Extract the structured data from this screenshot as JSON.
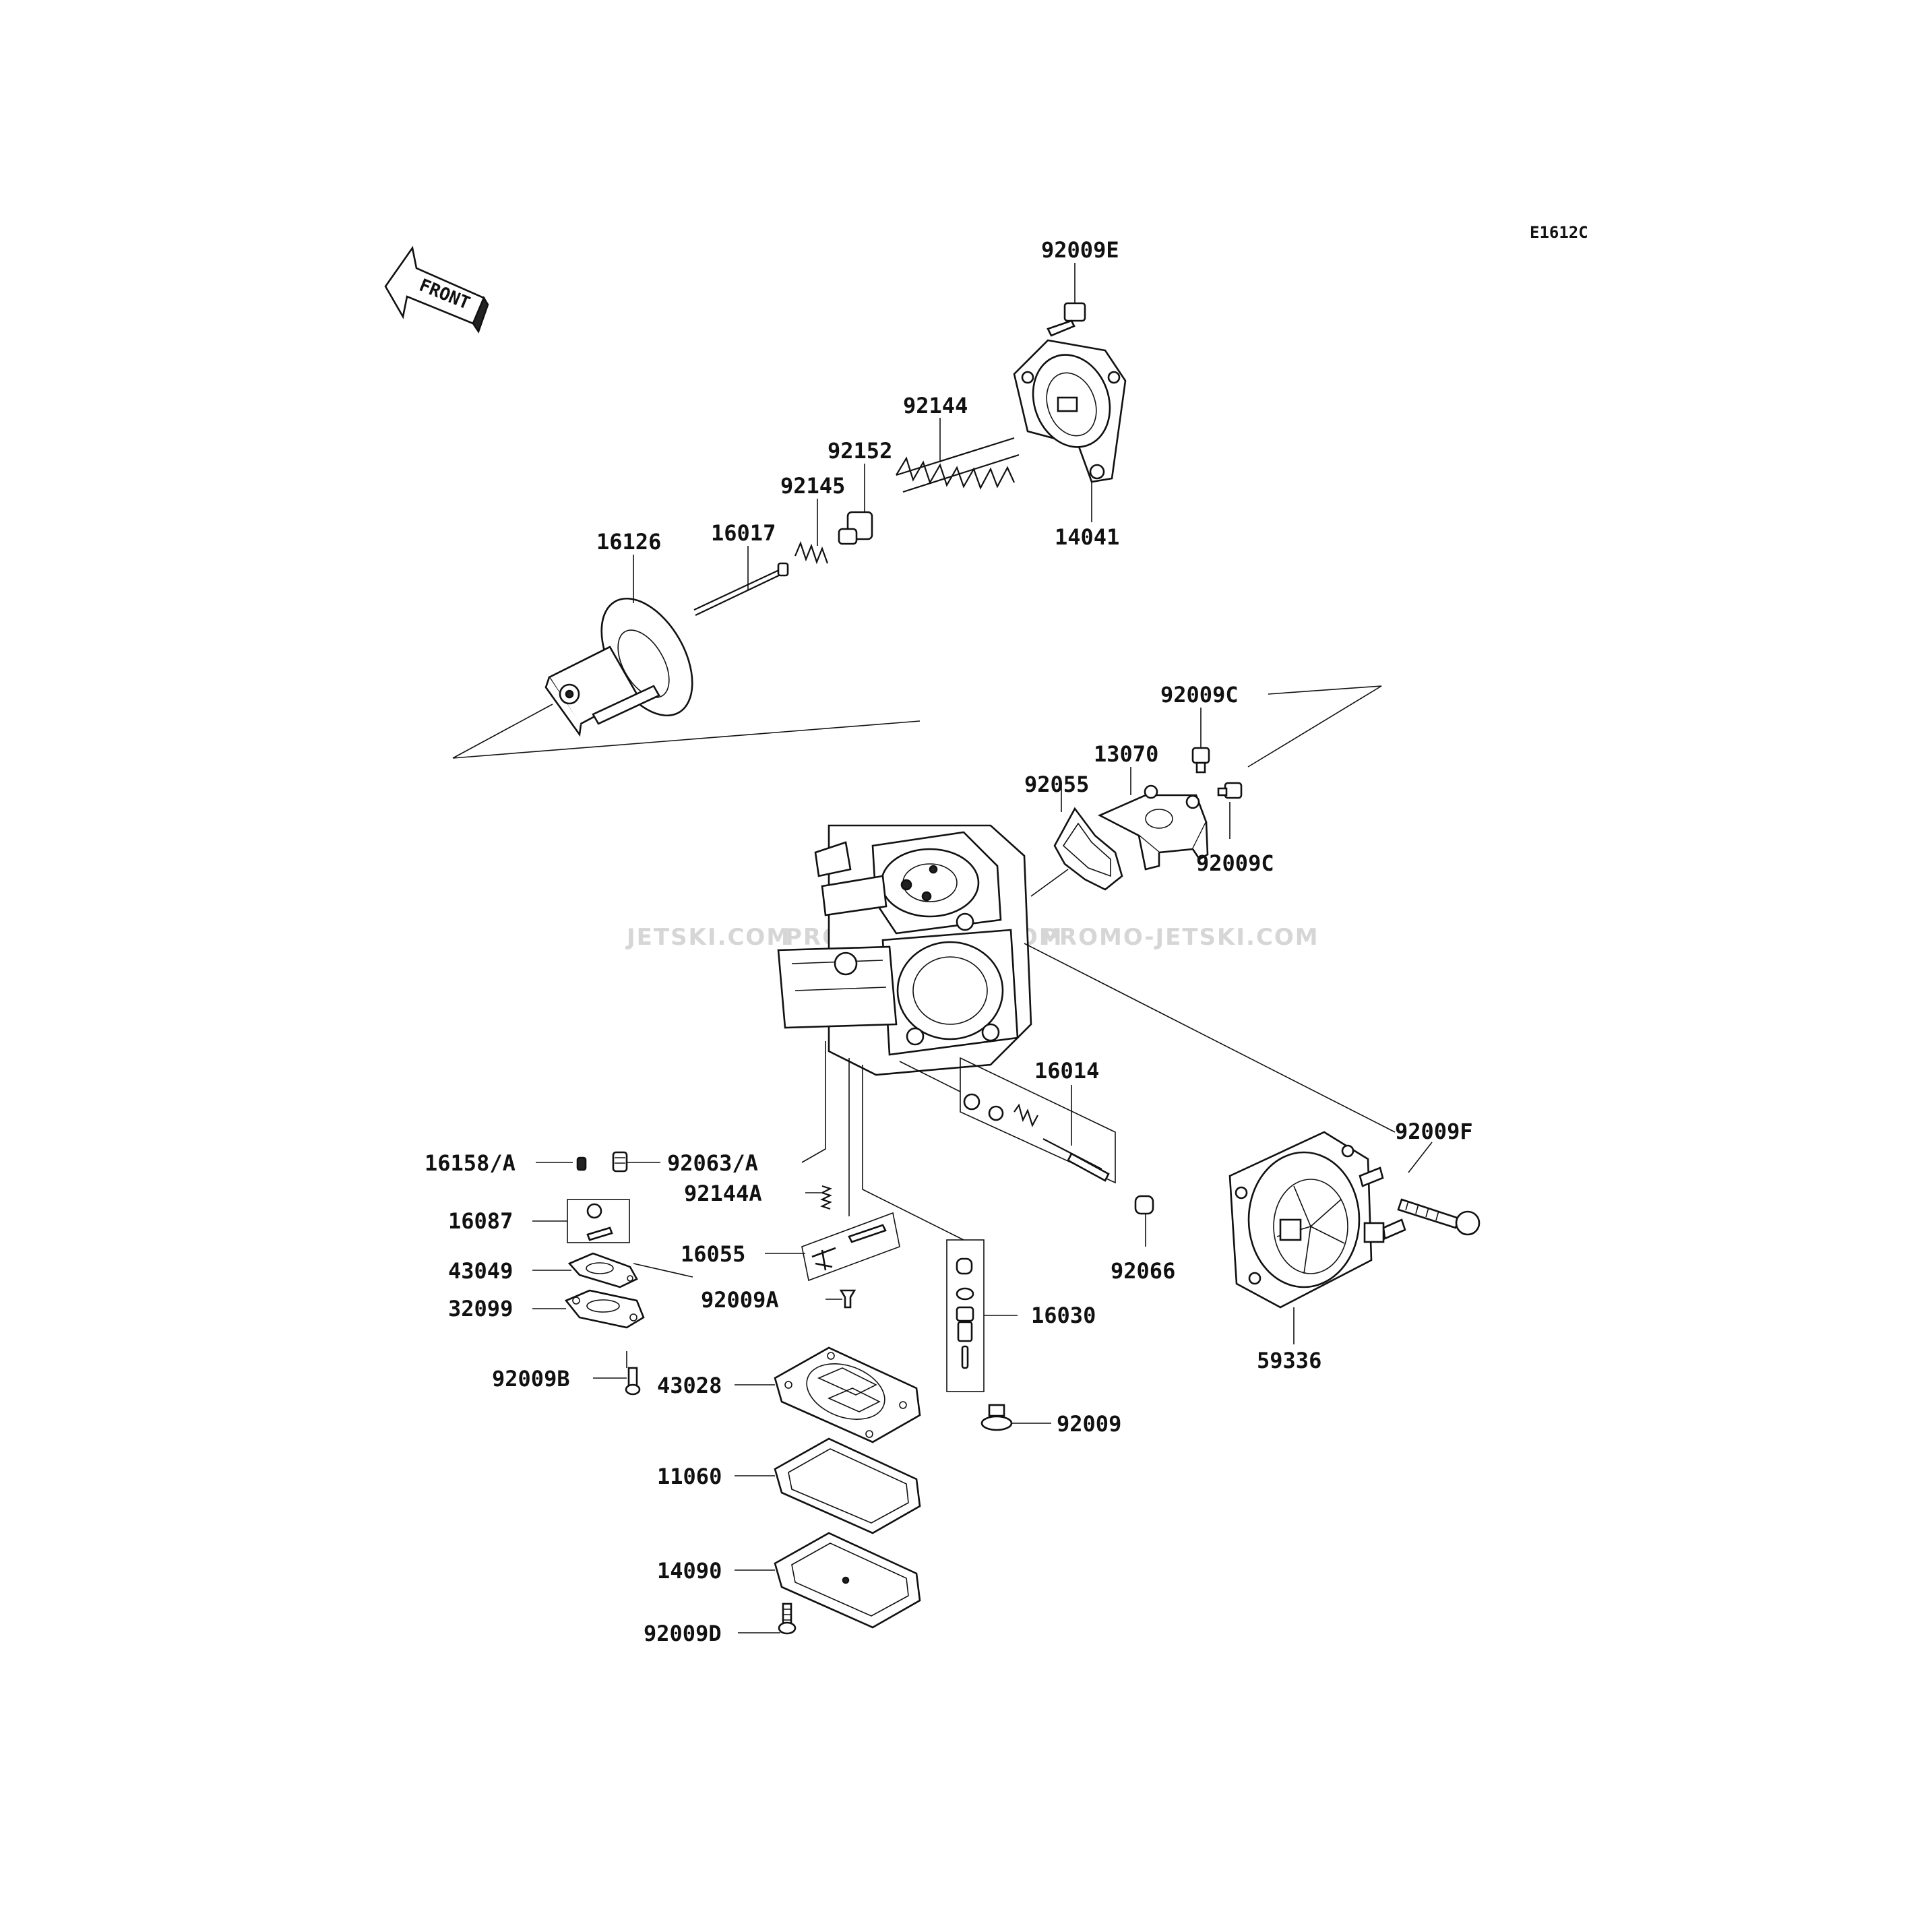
{
  "diagram_code": "E1612C",
  "front_arrow_label": "FRONT",
  "watermarks": [
    "JETSKI.COM",
    "PROMO-JETSKI.COM",
    "PROMO-JETSKI.COM"
  ],
  "parts": [
    {
      "id": "p1",
      "label": "92009E"
    },
    {
      "id": "p2",
      "label": "92144"
    },
    {
      "id": "p3",
      "label": "92152"
    },
    {
      "id": "p4",
      "label": "92145"
    },
    {
      "id": "p5",
      "label": "16126"
    },
    {
      "id": "p6",
      "label": "16017"
    },
    {
      "id": "p7",
      "label": "14041"
    },
    {
      "id": "p8",
      "label": "92009C"
    },
    {
      "id": "p9",
      "label": "13070"
    },
    {
      "id": "p10",
      "label": "92055"
    },
    {
      "id": "p11",
      "label": "92009C"
    },
    {
      "id": "p12",
      "label": "16014"
    },
    {
      "id": "p13",
      "label": "92009F"
    },
    {
      "id": "p14",
      "label": "16158/A"
    },
    {
      "id": "p15",
      "label": "92063/A"
    },
    {
      "id": "p16",
      "label": "92144A"
    },
    {
      "id": "p17",
      "label": "16087"
    },
    {
      "id": "p18",
      "label": "43049"
    },
    {
      "id": "p19",
      "label": "16055"
    },
    {
      "id": "p20",
      "label": "32099"
    },
    {
      "id": "p21",
      "label": "92009A"
    },
    {
      "id": "p22",
      "label": "16030"
    },
    {
      "id": "p23",
      "label": "92066"
    },
    {
      "id": "p24",
      "label": "59336"
    },
    {
      "id": "p25",
      "label": "92009B"
    },
    {
      "id": "p26",
      "label": "43028"
    },
    {
      "id": "p27",
      "label": "92009"
    },
    {
      "id": "p28",
      "label": "11060"
    },
    {
      "id": "p29",
      "label": "14090"
    },
    {
      "id": "p30",
      "label": "92009D"
    }
  ]
}
